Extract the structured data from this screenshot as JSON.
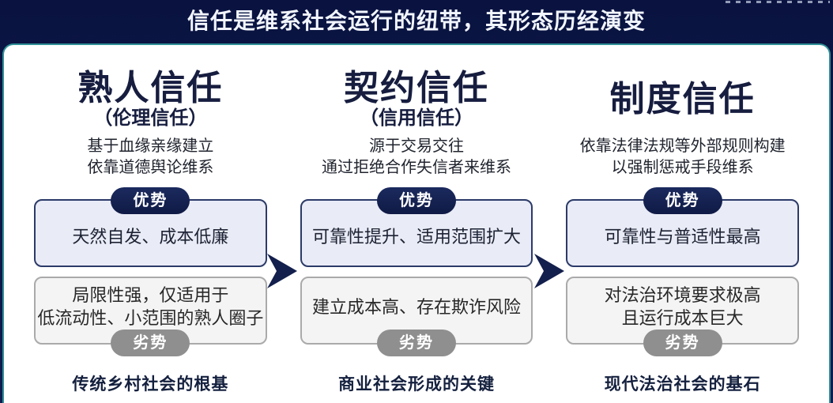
{
  "header": {
    "title": "信任是维系社会运行的纽带，其形态历经演变"
  },
  "labels": {
    "advantage": "优势",
    "disadvantage": "劣势"
  },
  "columns": [
    {
      "title": "熟人信任",
      "subtitle": "（伦理信任）",
      "description": "基于血缘亲缘建立\n依靠道德舆论维系",
      "advantage": "天然自发、成本低廉",
      "disadvantage": "局限性强，仅适用于\n低流动性、小范围的熟人圈子",
      "caption": "传统乡村社会的根基"
    },
    {
      "title": "契约信任",
      "subtitle": "（信用信任）",
      "description": "源于交易交往\n通过拒绝合作失信者来维系",
      "advantage": "可靠性提升、适用范围扩大",
      "disadvantage": "建立成本高、存在欺诈风险",
      "caption": "商业社会形成的关键"
    },
    {
      "title": "制度信任",
      "subtitle": "",
      "description": "依靠法律法规等外部规则构建\n以强制惩戒手段维系",
      "advantage": "可靠性与普适性最高",
      "disadvantage": "对法治环境要求极高\n且运行成本巨大",
      "caption": "现代法治社会的基石"
    }
  ],
  "colors": {
    "background_navy": "#0d1847",
    "card_border_teal": "#2f8f96",
    "advantage_badge": "#131f4c",
    "advantage_box_fill": "#e9ebf6",
    "advantage_box_border": "#2b3a68",
    "disadvantage_badge": "#8f8f8f",
    "disadvantage_box_fill": "#f4f4f4",
    "arrow": "#131f4c"
  }
}
